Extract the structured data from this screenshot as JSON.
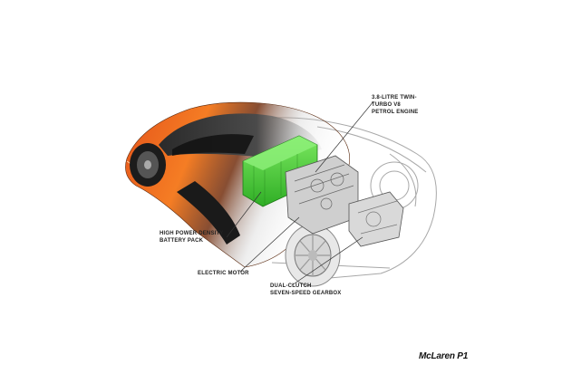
{
  "labels": {
    "engine": [
      "3.8-LITRE TWIN-",
      "TURBO V8",
      "PETROL ENGINE"
    ],
    "battery": [
      "HIGH POWER DENSITY",
      "BATTERY PACK"
    ],
    "motor": [
      "ELECTRIC MOTOR"
    ],
    "gearbox": [
      "DUAL-CLUTCH",
      "SEVEN-SPEED GEARBOX"
    ]
  },
  "logo_text": "McLaren P1",
  "colors": {
    "body_orange": "#f26a1a",
    "body_dark": "#1a1a1a",
    "battery_green": "#4cd13a",
    "ghost_line": "#9a9a9a",
    "background": "#ffffff"
  }
}
